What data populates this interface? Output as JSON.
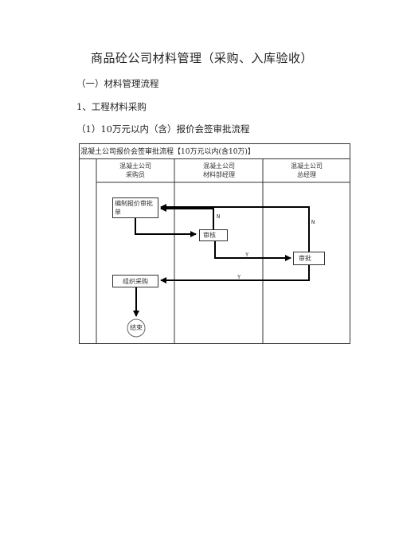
{
  "doc": {
    "title": "商品砼公司材料管理（采购、入库验收）",
    "section_1": "（一）材料管理流程",
    "section_2": "1、工程材料采购",
    "section_3": "（1）10万元以内（含）报价会签审批流程"
  },
  "flowchart": {
    "title": "混凝土公司报价会签审批流程【10万元以内(含10万)】",
    "lanes": [
      {
        "line1": "混凝土公司",
        "line2": "采购员"
      },
      {
        "line1": "混凝土公司",
        "line2": "材料部经理"
      },
      {
        "line1": "混凝土公司",
        "line2": "总经理"
      }
    ],
    "nodes": {
      "prepare": "编制报价审批单",
      "review": "审核",
      "approve": "审批",
      "purchase": "组织采购",
      "end": "结束"
    },
    "labels": {
      "n1": "N",
      "n2": "N",
      "y1": "Y",
      "y2": "Y"
    }
  }
}
